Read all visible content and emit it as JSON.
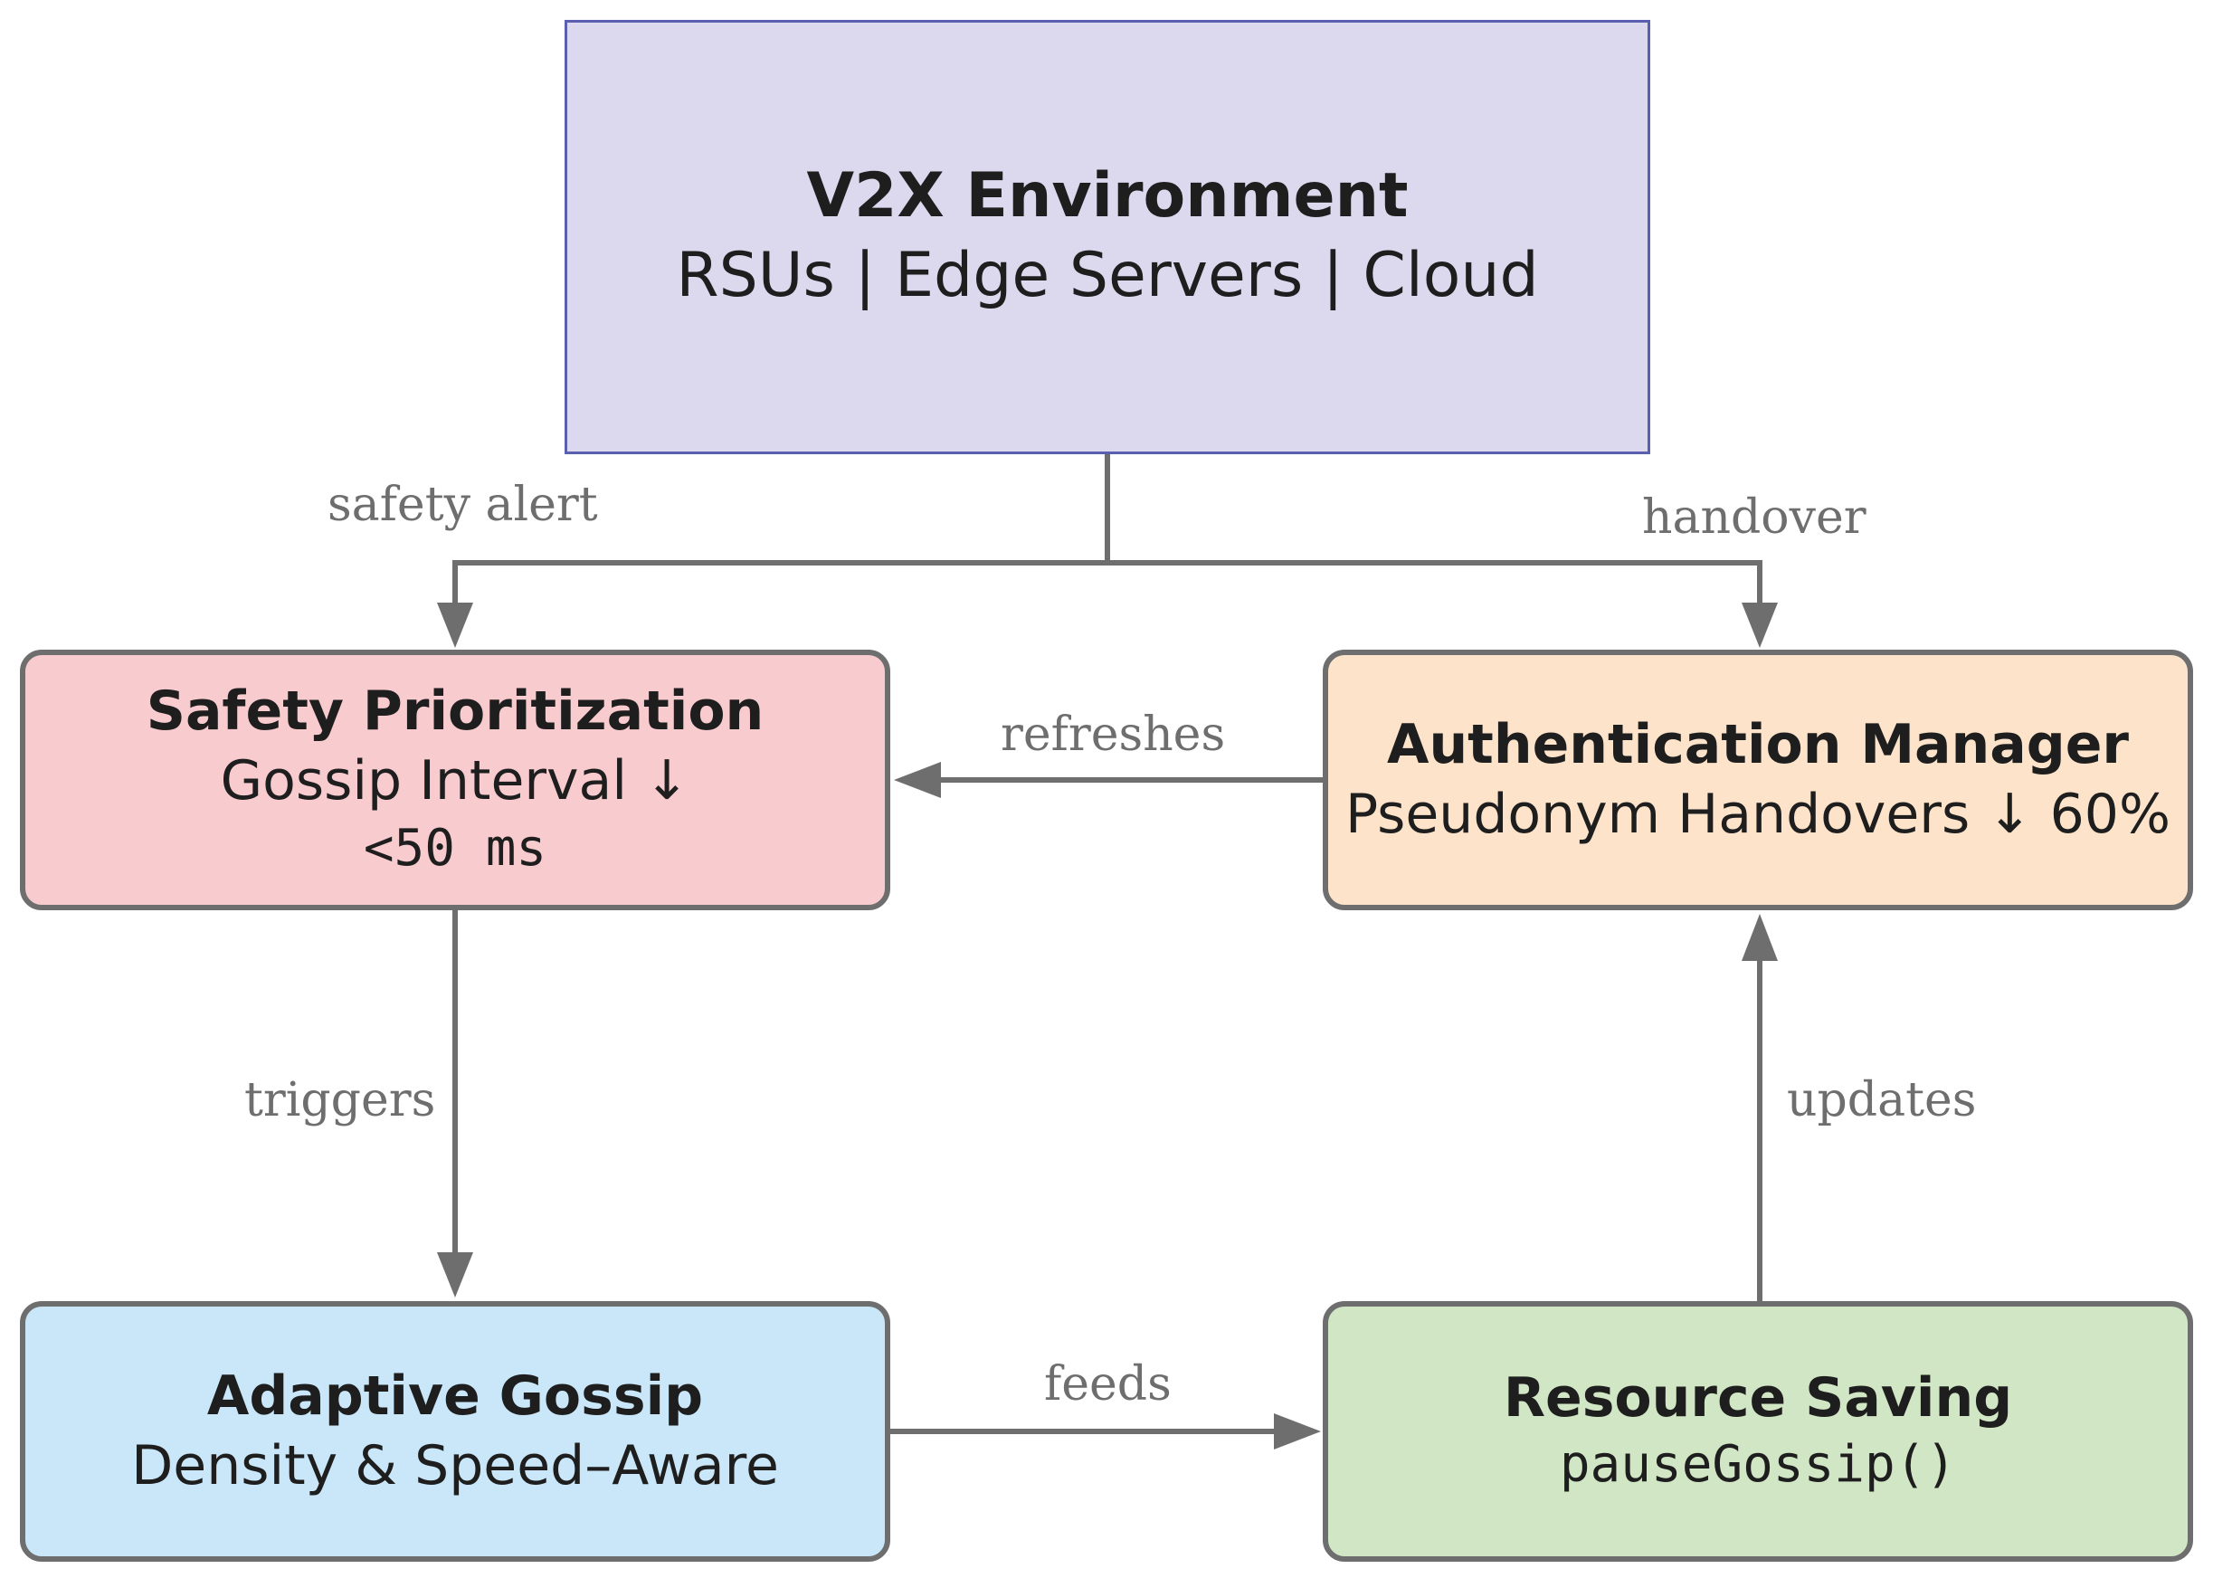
{
  "diagram": {
    "environment": {
      "title": "V2X Environment",
      "subtitle": "RSUs | Edge Servers | Cloud"
    },
    "safety": {
      "title": "Safety Prioritization",
      "line1": "Gossip Interval ↓",
      "line2": "<50 ms"
    },
    "auth": {
      "title": "Authentication Manager",
      "line1": "Pseudonym Handovers ↓ 60%"
    },
    "gossip": {
      "title": "Adaptive Gossip",
      "line1": "Density & Speed–Aware"
    },
    "saving": {
      "title": "Resource Saving",
      "line1": "pauseGossip()"
    },
    "edges": {
      "safety_alert": "safety alert",
      "handover": "handover",
      "refreshes": "refreshes",
      "triggers": "triggers",
      "updates": "updates",
      "feeds": "feeds"
    },
    "colors": {
      "environment_fill": "#dcd9ee",
      "environment_border": "#5a5fb0",
      "safety_fill": "#f8cbcf",
      "auth_fill": "#fce3c9",
      "gossip_fill": "#c9e7f8",
      "saving_fill": "#d1e6c4",
      "arrow": "#6e6e6e"
    }
  }
}
